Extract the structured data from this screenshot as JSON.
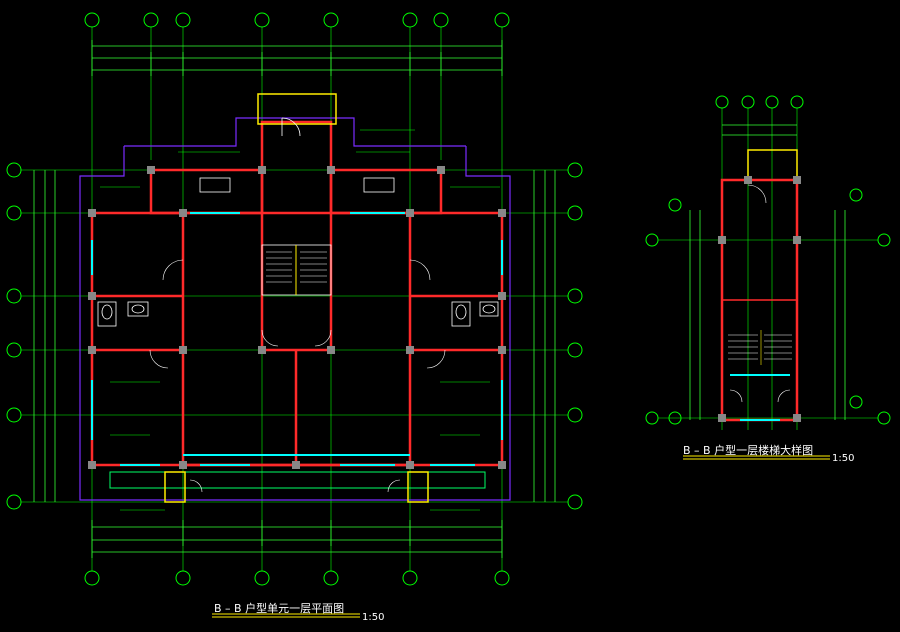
{
  "drawing": {
    "title_main": "B – B 户型单元一层平面图",
    "scale_main": "1:50",
    "title_detail": "B – B 户型一层楼梯大样图",
    "scale_detail": "1:50"
  },
  "colors": {
    "background": "#000000",
    "wall": "#ff2a2a",
    "axis": "#00ff00",
    "dimension": "#33ff33",
    "fixture": "#ffffff",
    "window": "#00ffff",
    "roof": "#7a2cff",
    "column": "#888888",
    "highlight": "#ffee00"
  }
}
